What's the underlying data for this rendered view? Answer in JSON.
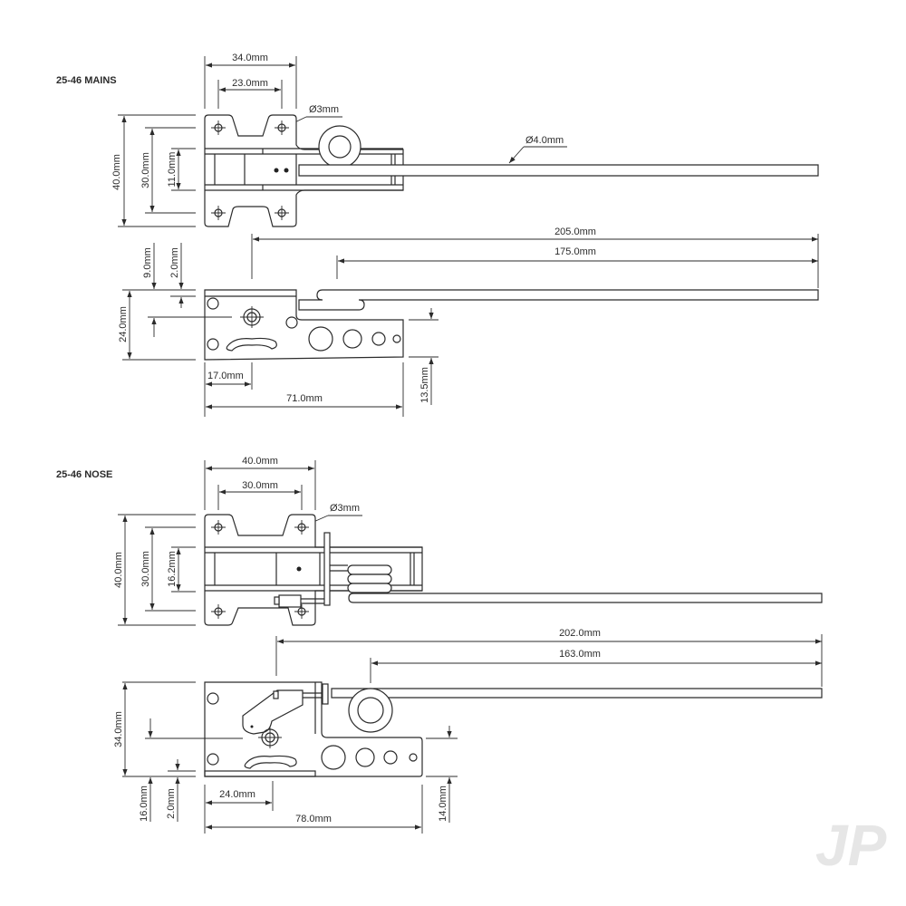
{
  "mains": {
    "title": "25-46 MAINS",
    "top_view": {
      "width_outer": "34.0mm",
      "width_holes": "23.0mm",
      "hole_dia": "Ø3mm",
      "wire_dia": "Ø4.0mm",
      "height_outer": "40.0mm",
      "height_holes": "30.0mm",
      "height_channel": "11.0mm"
    },
    "side_view": {
      "wire_length": "205.0mm",
      "wire_straight": "175.0mm",
      "offset_top": "9.0mm",
      "offset_lip": "2.0mm",
      "height": "24.0mm",
      "pivot_offset": "17.0mm",
      "length": "71.0mm",
      "tail_height": "13.5mm"
    }
  },
  "nose": {
    "title": "25-46 NOSE",
    "top_view": {
      "width_outer": "40.0mm",
      "width_holes": "30.0mm",
      "hole_dia": "Ø3mm",
      "height_outer": "40.0mm",
      "height_holes": "30.0mm",
      "height_channel": "16.2mm"
    },
    "side_view": {
      "wire_length": "202.0mm",
      "wire_straight": "163.0mm",
      "height": "34.0mm",
      "offset_bottom": "16.0mm",
      "offset_lip": "2.0mm",
      "pivot_offset": "24.0mm",
      "length": "78.0mm",
      "tail_height": "14.0mm"
    }
  },
  "watermark": "JP"
}
